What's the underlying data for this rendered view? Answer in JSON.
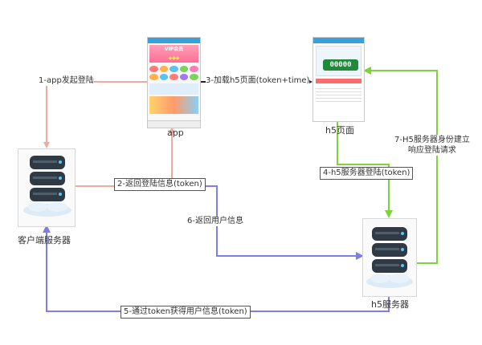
{
  "nodes": {
    "app": {
      "caption": "app"
    },
    "h5_page": {
      "caption": "h5页面"
    },
    "client_server": {
      "caption": "客户端服务器"
    },
    "h5_server": {
      "caption": "h5服务器"
    }
  },
  "arrows": {
    "step1": "1-app发起登陆",
    "step2": "2-返回登陆信息(token)",
    "step3": "3-加载h5页面(token+time)",
    "step4": "4-h5服务器登陆(token)",
    "step5": "5-通过token获得用户信息(token)",
    "step6": "6-返回用户信息",
    "step7_line1": "7-H5服务器身份建立",
    "step7_line2": "响应登陆请求"
  },
  "phone_screens": {
    "app_banner": "VIP会员",
    "h5_counter": "00000"
  },
  "colors": {
    "red_arrow": "#f0a8a0",
    "black_arrow": "#222222",
    "green_arrow": "#7fd33a",
    "blue_arrow": "#7e7ee6"
  }
}
